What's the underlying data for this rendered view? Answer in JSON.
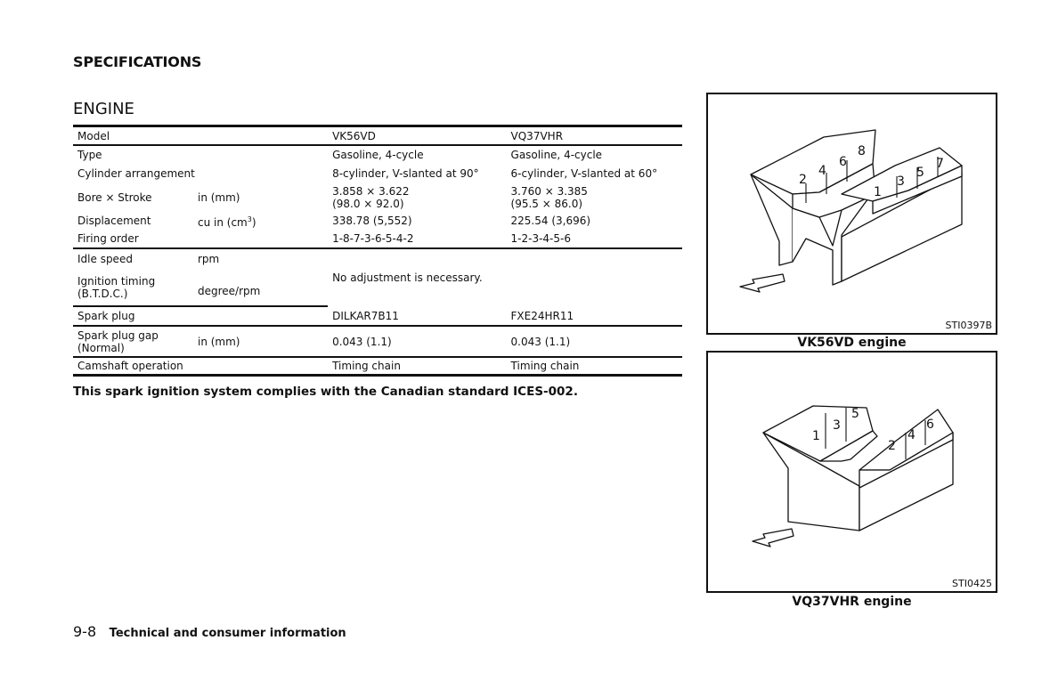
{
  "header": {
    "title": "SPECIFICATIONS"
  },
  "section": {
    "title": "ENGINE"
  },
  "table": {
    "head": {
      "label": "Model",
      "v1": "VK56VD",
      "v2": "VQ37VHR"
    },
    "type": {
      "label": "Type",
      "v1": "Gasoline, 4-cycle",
      "v2": "Gasoline, 4-cycle"
    },
    "cylinder": {
      "label": "Cylinder arrangement",
      "v1": "8-cylinder, V-slanted at 90°",
      "v2": "6-cylinder, V-slanted at 60°"
    },
    "bore": {
      "label": "Bore × Stroke",
      "unit": "in (mm)",
      "v1_line1": "3.858 × 3.622",
      "v1_line2": "(98.0 × 92.0)",
      "v2_line1": "3.760 × 3.385",
      "v2_line2": "(95.5 × 86.0)"
    },
    "displacement": {
      "label": "Displacement",
      "unit_prefix": "cu in (cm",
      "unit_sup": "3",
      "unit_suffix": ")",
      "v1": "338.78 (5,552)",
      "v2": "225.54 (3,696)"
    },
    "firing": {
      "label": "Firing order",
      "v1": "1-8-7-3-6-5-4-2",
      "v2": "1-2-3-4-5-6"
    },
    "idle": {
      "label": "Idle speed",
      "unit": "rpm"
    },
    "timing": {
      "label_line1": "Ignition timing",
      "label_line2": "(B.T.D.C.)",
      "unit": "degree/rpm"
    },
    "no_adjust": "No adjustment is necessary.",
    "plug": {
      "label": "Spark plug",
      "v1": "DILKAR7B11",
      "v2": "FXE24HR11"
    },
    "gap": {
      "label_line1": "Spark plug gap",
      "label_line2": "(Normal)",
      "unit": "in (mm)",
      "v1": "0.043 (1.1)",
      "v2": "0.043 (1.1)"
    },
    "camshaft": {
      "label": "Camshaft operation",
      "v1": "Timing chain",
      "v2": "Timing chain"
    }
  },
  "note": "This spark ignition system complies with the Canadian standard ICES-002.",
  "figures": [
    {
      "code": "STI0397B",
      "caption": "VK56VD engine",
      "cylinders_left": [
        "2",
        "4",
        "6",
        "8"
      ],
      "cylinders_right": [
        "1",
        "3",
        "5",
        "7"
      ]
    },
    {
      "code": "STI0425",
      "caption": "VQ37VHR engine",
      "cylinders_left": [
        "1",
        "3",
        "5"
      ],
      "cylinders_right": [
        "2",
        "4",
        "6"
      ]
    }
  ],
  "footer": {
    "page_number": "9-8",
    "title": "Technical and consumer information"
  }
}
